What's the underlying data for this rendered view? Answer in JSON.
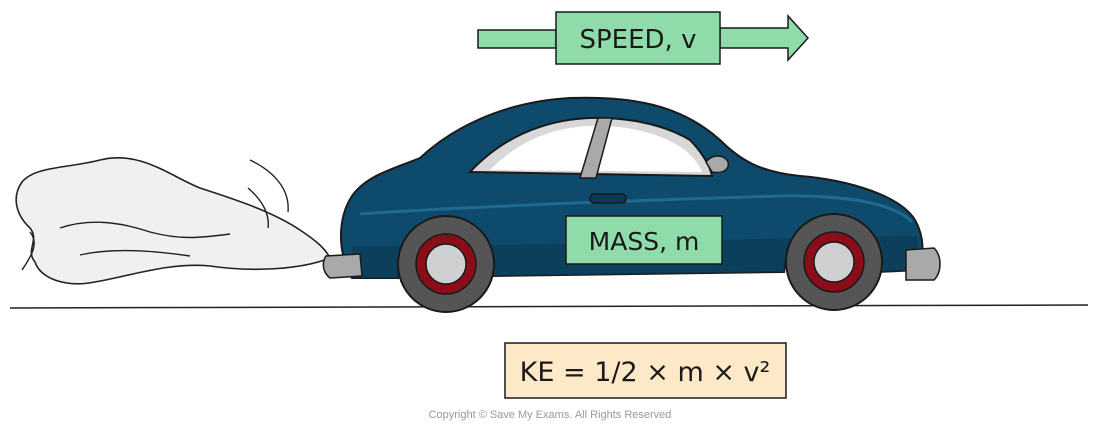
{
  "speed_label": "SPEED, v",
  "mass_label": "MASS, m",
  "formula": "KE = 1/2 × m × v²",
  "copyright": "Copyright © Save My Exams. All Rights Reserved",
  "colors": {
    "car_body": "#0e4a6b",
    "car_body_dark": "#0a3a55",
    "speed_box": "#8fdcaa",
    "mass_box": "#8fdcaa",
    "formula_box": "#fde9c8",
    "wheel_rim": "#8b0d1a",
    "wheel_hub": "#cfd0d2",
    "tyre": "#555555",
    "exhaust": "#f2f2f2"
  },
  "icons": [
    "car-icon",
    "exhaust-smoke-icon",
    "arrow-right-icon"
  ]
}
